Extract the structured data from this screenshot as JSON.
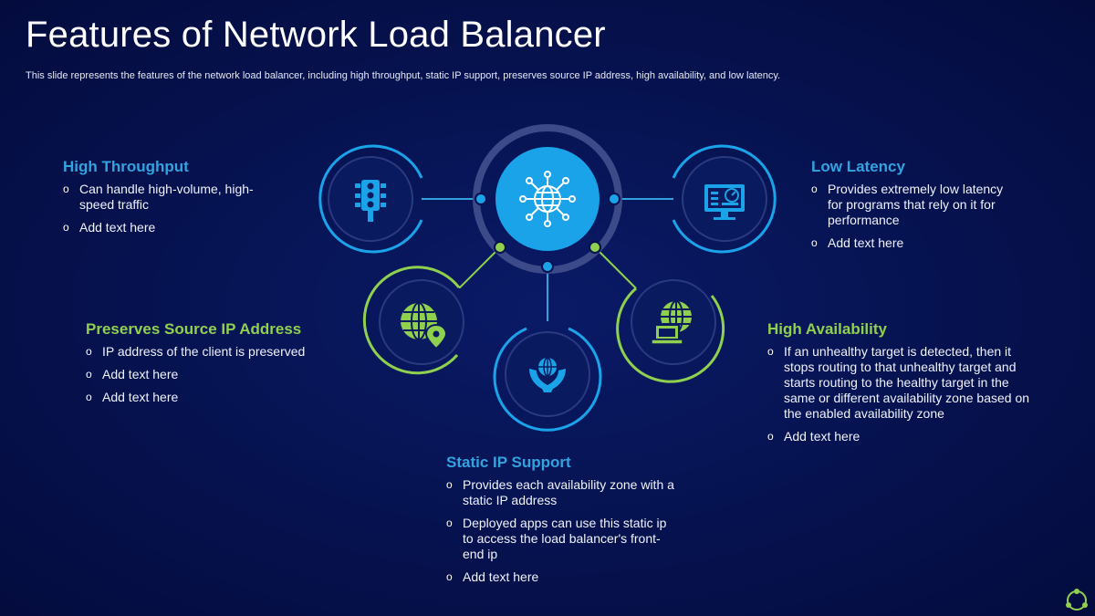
{
  "title": "Features of Network Load Balancer",
  "subtitle": "This slide represents the features of the network load balancer, including high throughput, static IP support, preserves source IP address, high availability, and low latency.",
  "colors": {
    "background": "#06124f",
    "blue_accent": "#33a3e0",
    "green_accent": "#8fd14f",
    "ring_gray": "#3d4a8a"
  },
  "features": {
    "high_throughput": {
      "heading": "High Throughput",
      "icon": "traffic-light-icon",
      "bullets": [
        "Can handle high-volume, high-speed traffic",
        "Add text here"
      ]
    },
    "low_latency": {
      "heading": "Low Latency",
      "icon": "monitor-speed-icon",
      "bullets": [
        "Provides extremely low latency for programs that rely on it for performance",
        "Add text here"
      ]
    },
    "preserves_source_ip": {
      "heading": "Preserves Source IP Address",
      "icon": "globe-location-icon",
      "bullets": [
        "IP address of the client is preserved",
        "Add text here",
        "Add text here"
      ]
    },
    "high_availability": {
      "heading": "High Availability",
      "icon": "globe-laptop-icon",
      "bullets": [
        "If an unhealthy target is detected, then it stops routing to that unhealthy target and starts routing to the healthy target in the same or different availability zone based on the enabled availability zone",
        "Add text here"
      ]
    },
    "static_ip_support": {
      "heading": "Static IP Support",
      "icon": "globe-hands-icon",
      "bullets": [
        "Provides each availability zone with a static IP address",
        "Deployed apps can use this static ip to access the load balancer's front-end ip",
        "Add text here"
      ]
    }
  },
  "center": {
    "icon": "network-globe-icon"
  },
  "bullet_glyph": "o"
}
